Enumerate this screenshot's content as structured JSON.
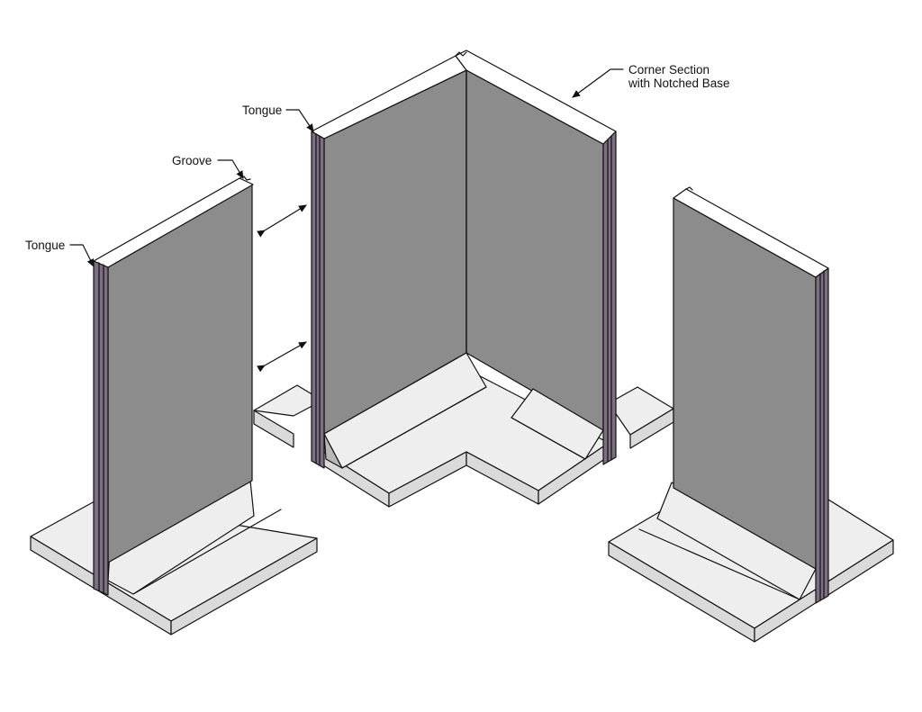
{
  "labels": {
    "corner_line1": "Corner Section",
    "corner_line2": "with Notched Base",
    "tongue_center": "Tongue",
    "groove_left": "Groove",
    "tongue_left": "Tongue"
  },
  "colors": {
    "wall_face": "#8c8c8c",
    "top_surface": "#eeeeee",
    "side_surface": "#dadada",
    "joint_edge": "#7c6f82",
    "outline": "#111111"
  }
}
